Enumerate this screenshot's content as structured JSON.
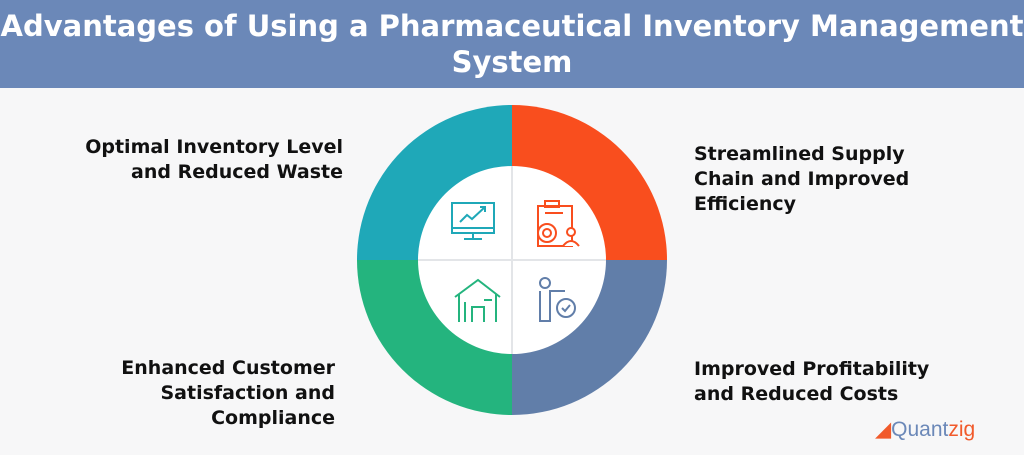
{
  "title": "Advantages of Using a Pharmaceutical Inventory Management System",
  "items": [
    {
      "label": "Optimal Inventory Level and Reduced Waste",
      "icon": "monitor-chart-icon",
      "color": "#1fa8b8"
    },
    {
      "label": "Streamlined Supply Chain and Improved Efficiency",
      "icon": "gear-clipboard-person-icon",
      "color": "#f94e1e"
    },
    {
      "label": "Improved Profitability and Reduced Costs",
      "icon": "person-gear-check-icon",
      "color": "#617ea9"
    },
    {
      "label": "Enhanced Customer Satisfaction and Compliance",
      "icon": "house-circuit-icon",
      "color": "#24b47e"
    }
  ],
  "logo": {
    "part1": "Quant",
    "part2": "zig"
  }
}
